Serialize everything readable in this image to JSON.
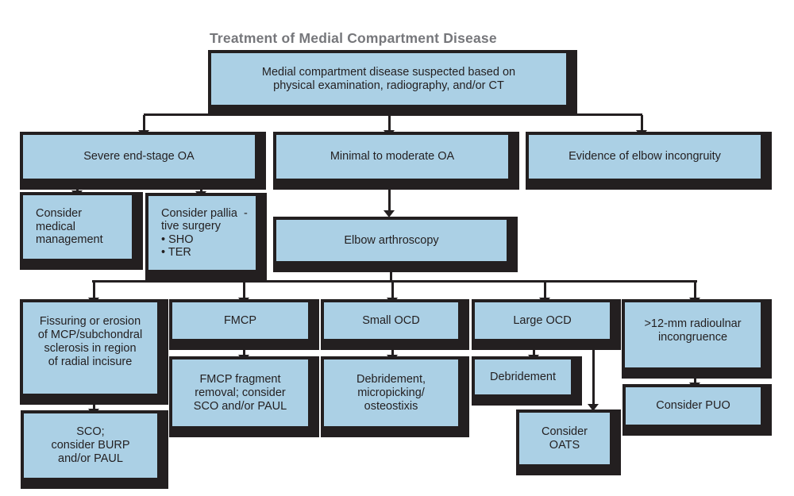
{
  "title": "Treatment of Medial Compartment Disease",
  "colors": {
    "box_fill": "#abd0e5",
    "box_outline_shadow": "#231f20",
    "connector": "#231f20",
    "title_text": "#76777b",
    "box_text": "#231f20",
    "background": "#ffffff"
  },
  "nodes": {
    "suspected": {
      "label": "Medial compartment disease suspected based on\nphysical examination, radiography, and/or CT"
    },
    "severe_oa": {
      "label": "Severe end-stage OA"
    },
    "minimal_oa": {
      "label": "Minimal to moderate OA"
    },
    "incongruity": {
      "label": "Evidence of elbow incongruity"
    },
    "medical": {
      "label": "Consider\nmedical\nmanagement"
    },
    "palliative": {
      "label": "Consider pallia  -\ntive surgery\n• SHO\n• TER"
    },
    "arthroscopy": {
      "label": "Elbow arthroscopy"
    },
    "fissuring": {
      "label": "Fissuring or erosion\nof MCP/subchondral\nsclerosis in region\nof radial incisure"
    },
    "fmcp": {
      "label": "FMCP"
    },
    "small_ocd": {
      "label": "Small OCD"
    },
    "large_ocd": {
      "label": "Large OCD"
    },
    "radioulnar": {
      "label": ">12-mm radioulnar\nincongruence"
    },
    "sco": {
      "label": "SCO;\nconsider BURP\nand/or PAUL"
    },
    "fmcp_removal": {
      "label": "FMCP fragment\nremoval; consider\nSCO and/or PAUL"
    },
    "debridement_micro": {
      "label": "Debridement,\nmicropicking/\nosteostixis"
    },
    "debridement": {
      "label": "Debridement"
    },
    "oats": {
      "label": "Consider\nOATS"
    },
    "puo": {
      "label": "Consider PUO"
    }
  }
}
